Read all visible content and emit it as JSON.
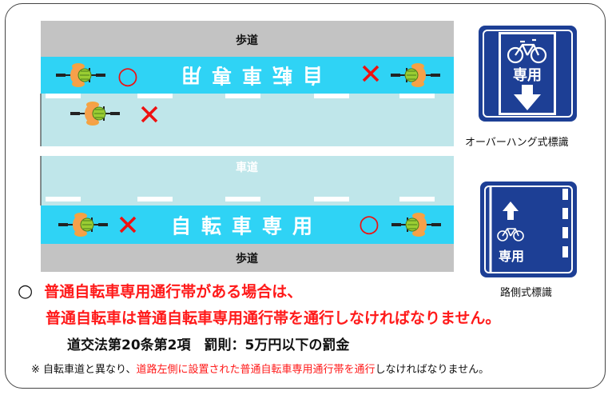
{
  "road": {
    "sidewalk_top": "歩道",
    "sidewalk_bottom": "歩道",
    "carriageway": "車道",
    "bike_lane_top_text": "自転車専用",
    "bike_lane_bottom_text": "自転車専用",
    "ok_mark": "○",
    "ng_mark": "×"
  },
  "signs": {
    "overhang": {
      "text": "専用",
      "caption": "オーバーハング式標識"
    },
    "roadside": {
      "text": "専用",
      "caption": "路側式標識"
    }
  },
  "notes": {
    "rule_mark": "○",
    "rule_line1": "普通自転車専用通行帯がある場合は、",
    "rule_line2": "普通自転車は普通自転車専用通行帯を通行しなければなりません。",
    "law": "道交法第20条第2項　罰則：5万円以下の罰金",
    "footnote_prefix": "※ 自転車道と異なり、",
    "footnote_red": "道路左側に設置された普通自転車専用通行帯を通行",
    "footnote_suffix": "しなければなりません。"
  },
  "colors": {
    "bike_lane": "#2fd3f5",
    "carriageway": "#bfe6ea",
    "sidewalk": "#c3c3c3",
    "sign_blue": "#1d3f95",
    "rule_red": "#ff1a1a"
  }
}
